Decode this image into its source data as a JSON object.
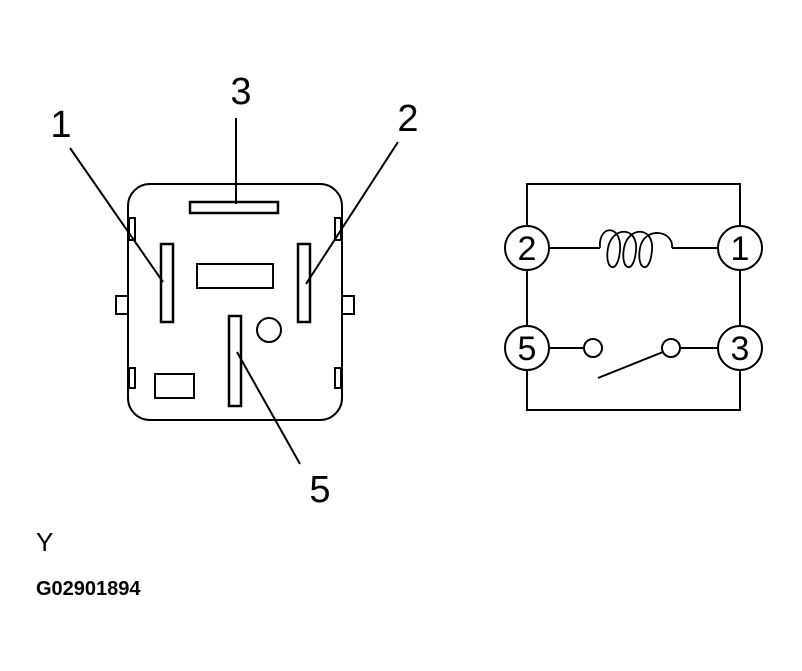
{
  "relay_face": {
    "terminal_labels": {
      "t1": "1",
      "t2": "2",
      "t3": "3",
      "t5": "5"
    }
  },
  "schematic": {
    "terminals": {
      "left_top": "2",
      "right_top": "1",
      "left_bottom": "5",
      "right_bottom": "3"
    }
  },
  "caption": {
    "view_letter": "Y",
    "figure_code": "G02901894"
  }
}
